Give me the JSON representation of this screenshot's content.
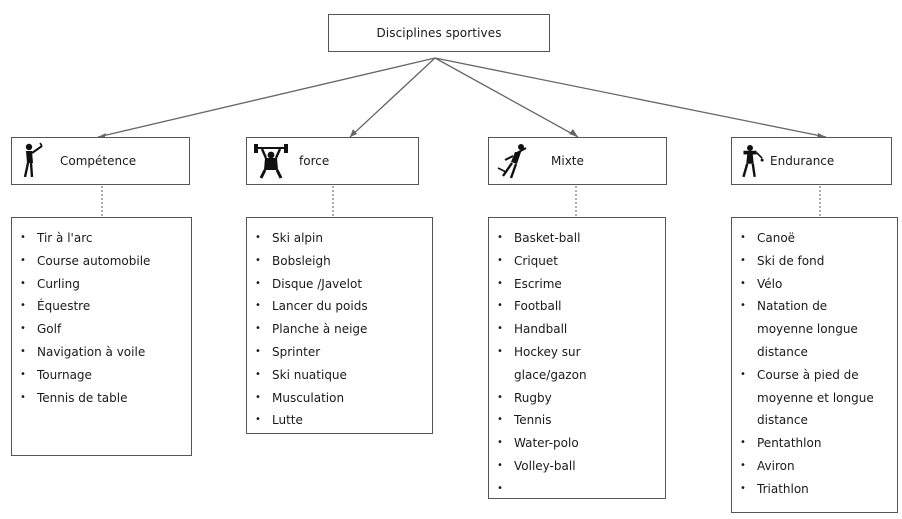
{
  "root": {
    "label": "Disciplines sportives"
  },
  "categories": [
    {
      "label": "Compétence",
      "icon": "golfer-icon",
      "items": [
        "Tir à l'arc",
        "Course automobile",
        "Curling",
        "Équestre",
        "Golf",
        "Navigation à voile",
        "Tournage",
        "Tennis de table"
      ]
    },
    {
      "label": "force",
      "icon": "weightlifter-icon",
      "items": [
        "Ski alpin",
        "Bobsleigh",
        "Disque /Javelot",
        "Lancer du poids",
        "Planche à neige",
        "Sprinter",
        "Ski nuatique",
        "Musculation",
        "Lutte"
      ]
    },
    {
      "label": "Mixte",
      "icon": "handball-player-icon",
      "items": [
        "Basket-ball",
        "Criquet",
        "Escrime",
        "Football",
        "Handball",
        "Hockey sur glace/gazon",
        "Rugby",
        "Tennis",
        "Water-polo",
        "Volley-ball",
        ""
      ]
    },
    {
      "label": "Endurance",
      "icon": "runner-icon",
      "items": [
        "Canoë",
        "Ski de fond",
        "Vélo",
        "Natation de moyenne longue distance",
        "Course à pied de moyenne et longue distance",
        "Pentathlon",
        "Aviron",
        "Triathlon"
      ]
    }
  ]
}
